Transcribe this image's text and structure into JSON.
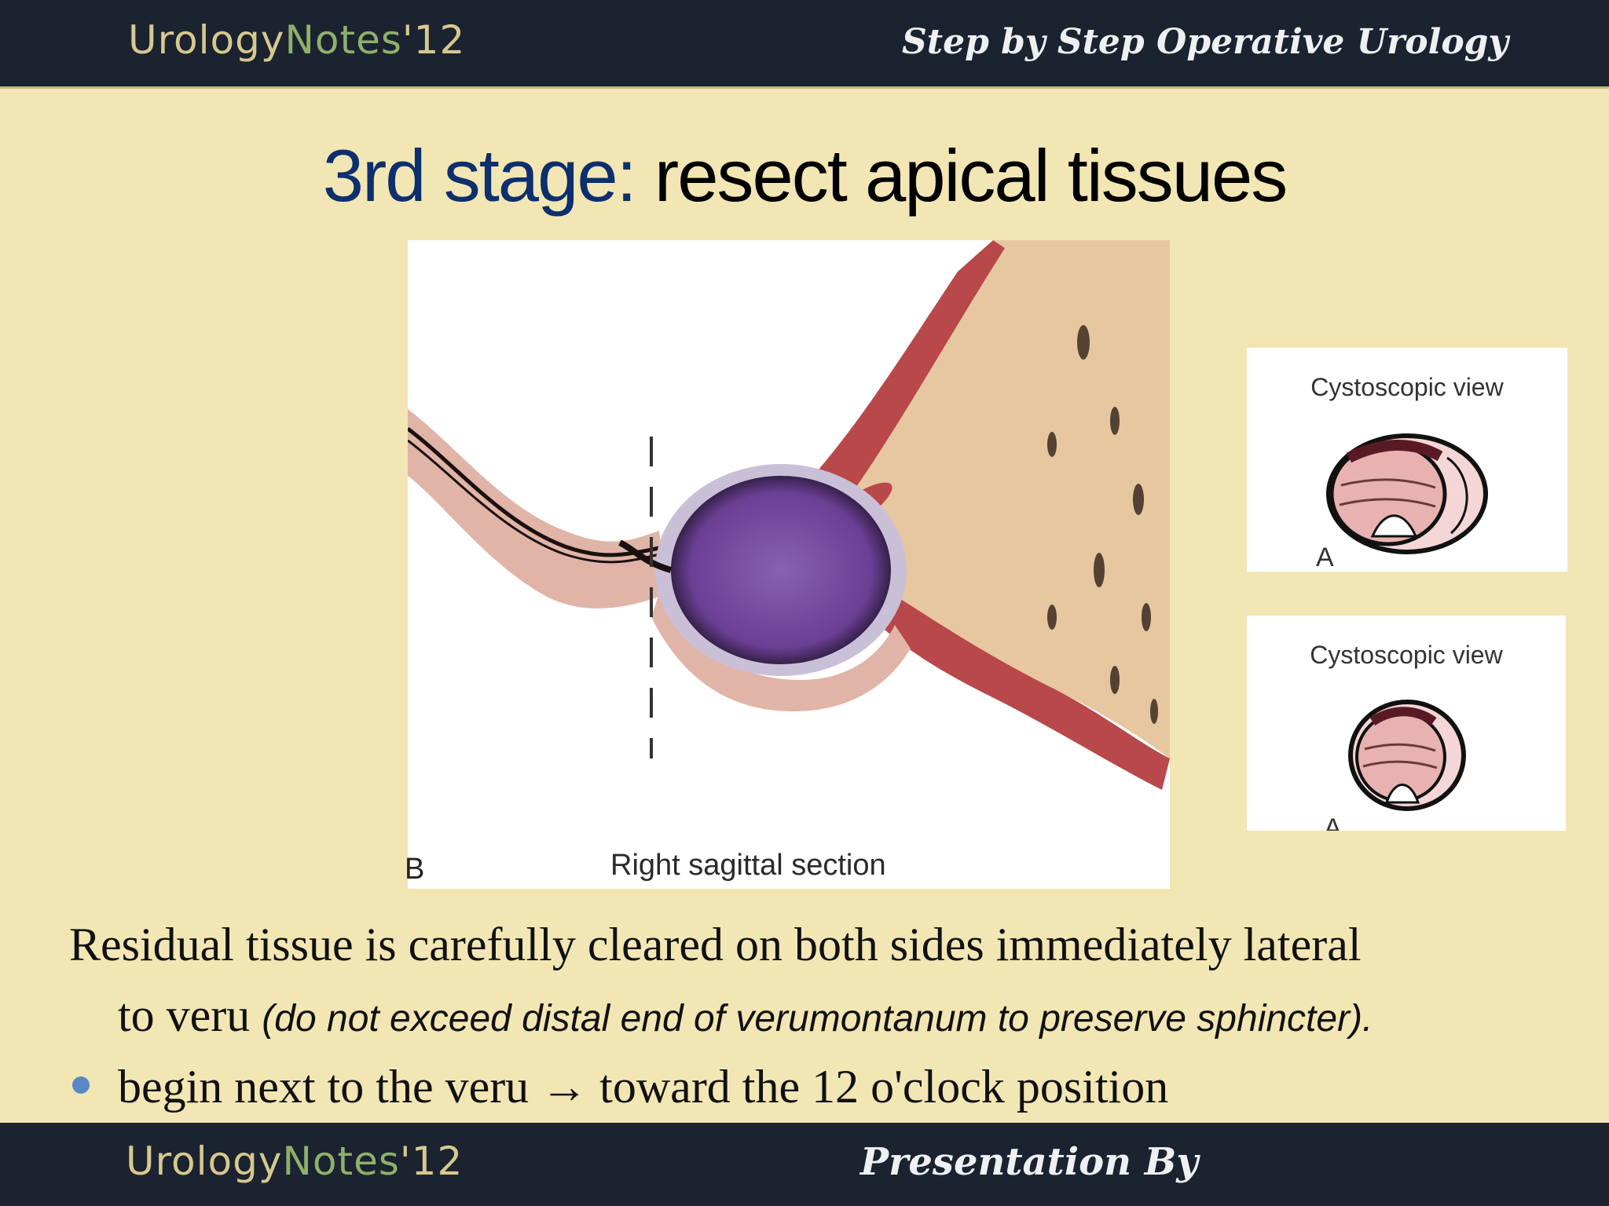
{
  "header": {
    "brand_main": "Urology",
    "brand_accent": "Notes",
    "brand_suffix": "'12",
    "tagline": "Step by Step Operative Urology"
  },
  "title": {
    "stage": "3rd stage:",
    "topic": "resect apical tissues"
  },
  "figure": {
    "caption": "Right sagittal section",
    "panel_mark": "B"
  },
  "cystoscopic_views": [
    {
      "label": "Cystoscopic view",
      "letter": "A"
    },
    {
      "label": "Cystoscopic view",
      "letter": "A"
    }
  ],
  "body": {
    "line1": "Residual tissue is carefully cleared on both sides immediately lateral",
    "line2_main": "to veru ",
    "line2_note": "(do not exceed distal end of verumontanum to preserve sphincter)."
  },
  "bullet": {
    "text": "begin next to the veru → toward the 12 o'clock position"
  },
  "footer": {
    "brand_main": "Urology",
    "brand_accent": "Notes",
    "brand_suffix": "'12",
    "tagline": "Presentation By"
  },
  "colors": {
    "background": "#f2e6b4",
    "bar": "#1b2330",
    "title_stage": "#0d2f6e",
    "bullet": "#5b88c4"
  }
}
